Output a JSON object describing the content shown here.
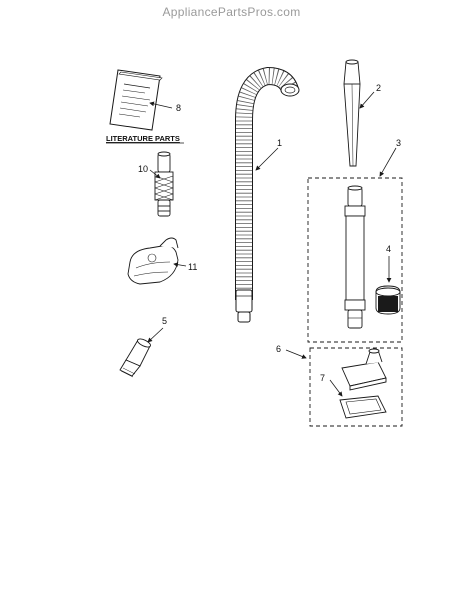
{
  "watermark": "AppliancePartsPros.com",
  "section_labels": {
    "literature_parts": "LITERATURE PARTS"
  },
  "callouts": {
    "hose": "1",
    "crevice_tool": "2",
    "wand_assembly": "3",
    "wand_collar": "4",
    "dusting_brush": "5",
    "floor_tool_assembly": "6",
    "floor_tool_strip": "7",
    "manual": "8",
    "hose_adapter": "10",
    "turbo_brush": "11"
  },
  "colors": {
    "line": "#1a1a1a",
    "watermark": "#9a9a9a",
    "background": "#ffffff"
  }
}
